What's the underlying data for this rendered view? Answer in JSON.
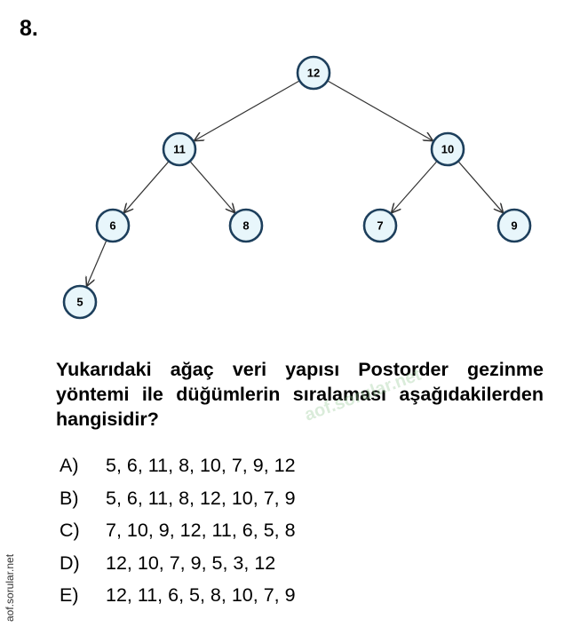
{
  "question": {
    "number": "8.",
    "text": "Yukarıdaki ağaç veri yapısı Postorder gezinme yöntemi ile düğümlerin sıralaması aşağıdakilerden hangisidir?"
  },
  "tree": {
    "nodes": [
      {
        "id": "n12",
        "label": "12"
      },
      {
        "id": "n11",
        "label": "11"
      },
      {
        "id": "n10",
        "label": "10"
      },
      {
        "id": "n6",
        "label": "6"
      },
      {
        "id": "n8",
        "label": "8"
      },
      {
        "id": "n7",
        "label": "7"
      },
      {
        "id": "n9",
        "label": "9"
      },
      {
        "id": "n5",
        "label": "5"
      }
    ],
    "edges": [
      [
        "n12",
        "n11"
      ],
      [
        "n12",
        "n10"
      ],
      [
        "n11",
        "n6"
      ],
      [
        "n11",
        "n8"
      ],
      [
        "n10",
        "n7"
      ],
      [
        "n10",
        "n9"
      ],
      [
        "n6",
        "n5"
      ]
    ]
  },
  "options": [
    {
      "letter": "A)",
      "text": "5, 6, 11, 8, 10, 7, 9, 12"
    },
    {
      "letter": "B)",
      "text": "5, 6, 11, 8, 12, 10, 7, 9"
    },
    {
      "letter": "C)",
      "text": "7, 10, 9, 12, 11, 6, 5, 8"
    },
    {
      "letter": "D)",
      "text": "12, 10, 7, 9, 5, 3, 12"
    },
    {
      "letter": "E)",
      "text": "12, 11, 6, 5, 8, 10, 7, 9"
    }
  ],
  "watermark": "aof.sorular.net",
  "side_text": "aof.sorular.net"
}
